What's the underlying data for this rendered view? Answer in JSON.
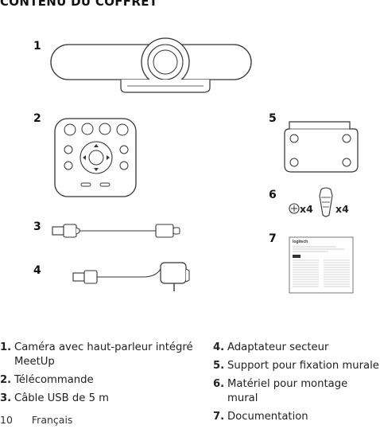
{
  "page": {
    "title": "CONTENU DU COFFRET",
    "page_number": "10",
    "language": "Français"
  },
  "figure": {
    "item_numbers": [
      "1",
      "2",
      "3",
      "4",
      "5",
      "6",
      "7"
    ],
    "hardware_qty_a": "x4",
    "hardware_qty_b": "x4",
    "doc_brand": "logitech"
  },
  "items": [
    {
      "n": "1.",
      "label": "Caméra avec haut-parleur intégré MeetUp"
    },
    {
      "n": "2.",
      "label": "Télécommande"
    },
    {
      "n": "3.",
      "label": "Câble USB de 5 m"
    },
    {
      "n": "4.",
      "label": "Adaptateur secteur"
    },
    {
      "n": "5.",
      "label": "Support pour fixation murale"
    },
    {
      "n": "6.",
      "label": "Matériel pour montage mural"
    },
    {
      "n": "7.",
      "label": "Documentation"
    }
  ]
}
